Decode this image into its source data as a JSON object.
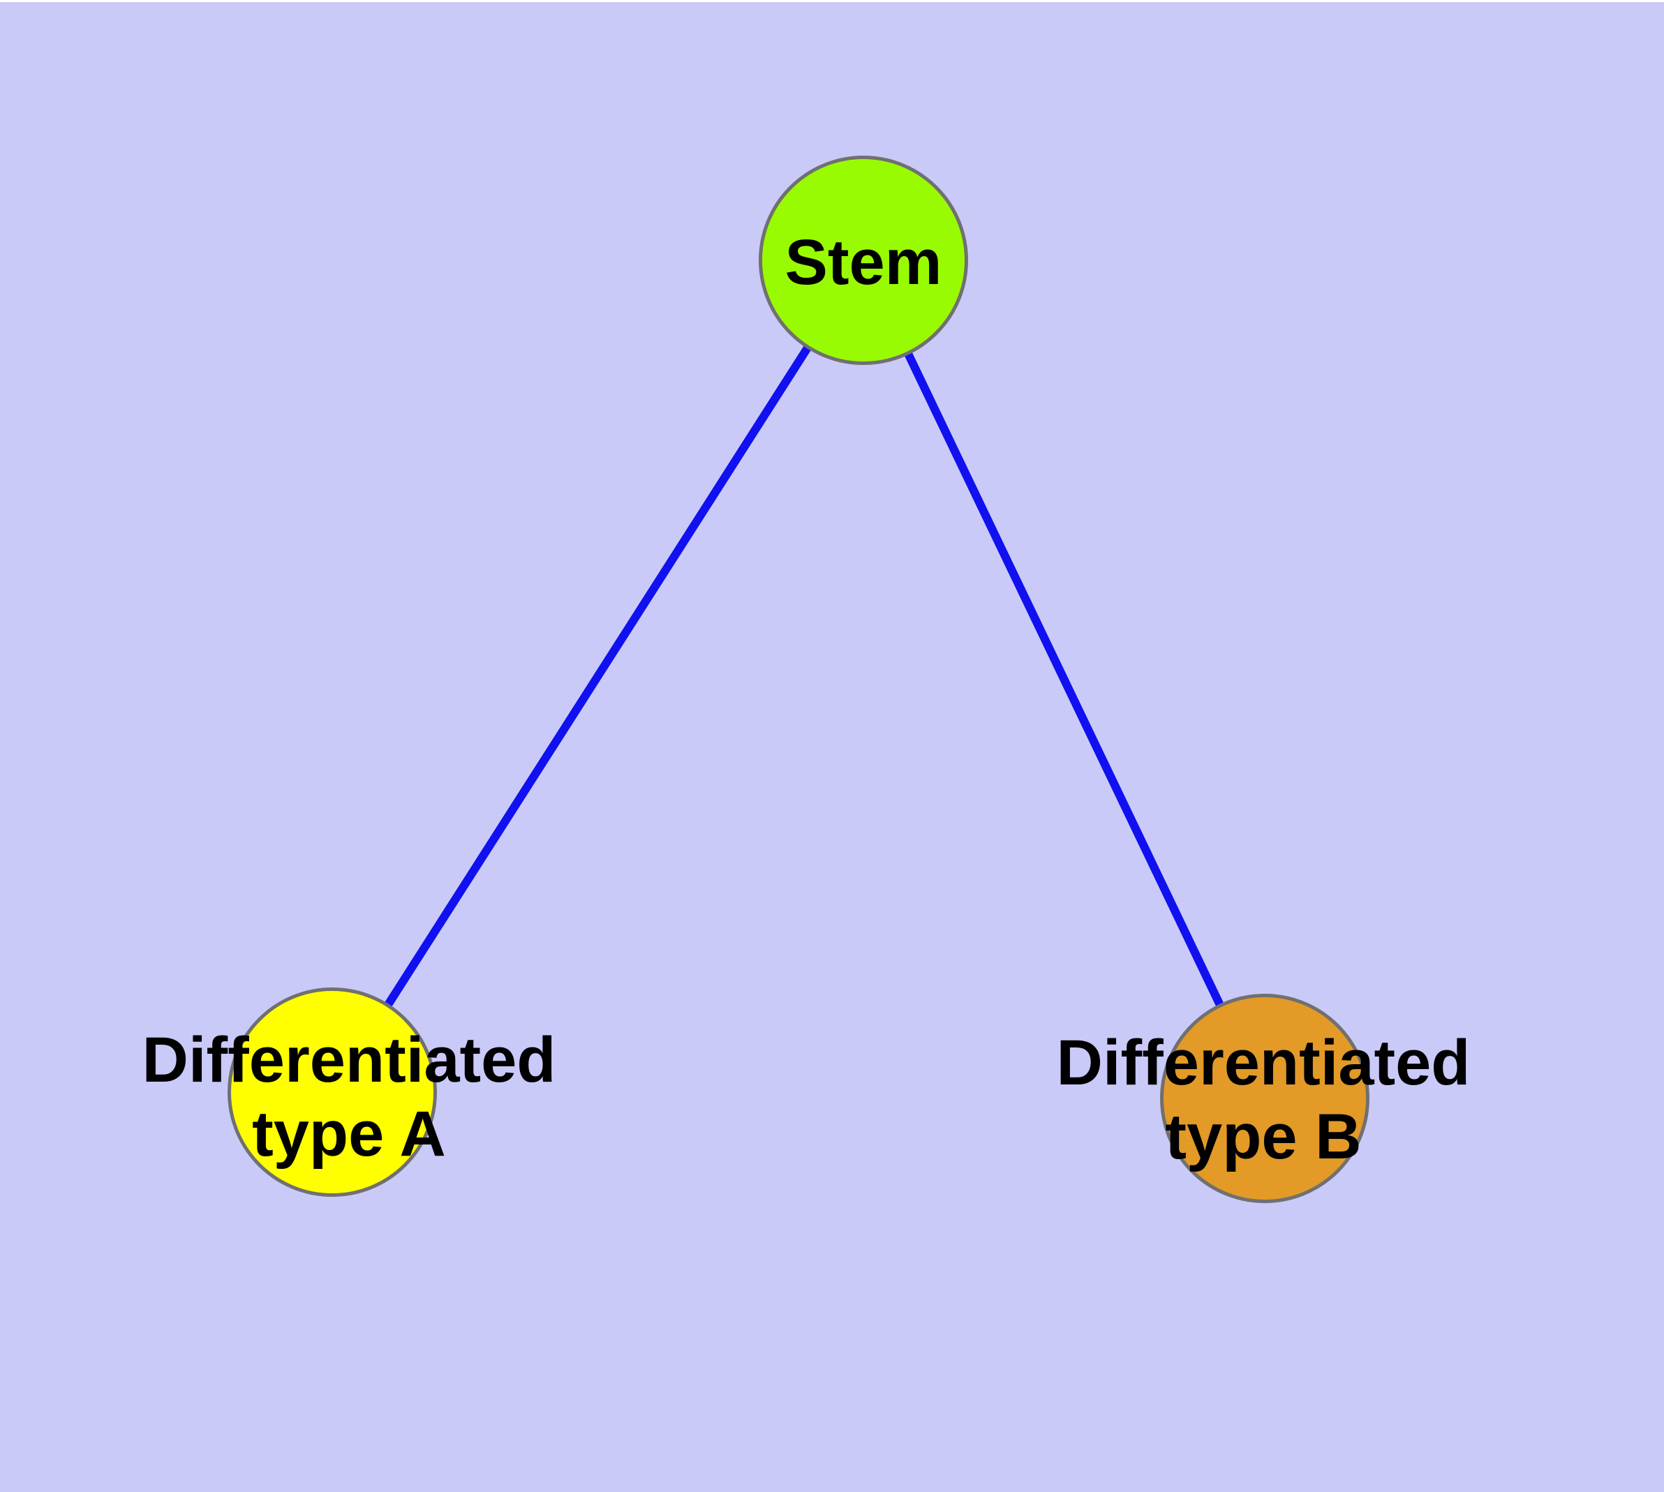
{
  "diagram": {
    "type": "node-link-graph",
    "colors": {
      "background": "#CACAF9",
      "edge": "#1010F0",
      "node_border": "#707070",
      "label_text": "#000000",
      "stem_fill": "#99FB01",
      "type_a_fill": "#FFFF00",
      "type_b_fill": "#E39A27"
    },
    "nodes": [
      {
        "id": "stem",
        "label": "Stem",
        "fill": "#99FB01"
      },
      {
        "id": "type-a",
        "label_line1": "Differentiated",
        "label_line2": "type A",
        "fill": "#FFFF00"
      },
      {
        "id": "type-b",
        "label_line1": "Differentiated",
        "label_line2": "type B",
        "fill": "#E39A27"
      }
    ],
    "edges": [
      {
        "from": "Stem",
        "to": "Differentiated type A"
      },
      {
        "from": "Stem",
        "to": "Differentiated type B"
      }
    ]
  }
}
